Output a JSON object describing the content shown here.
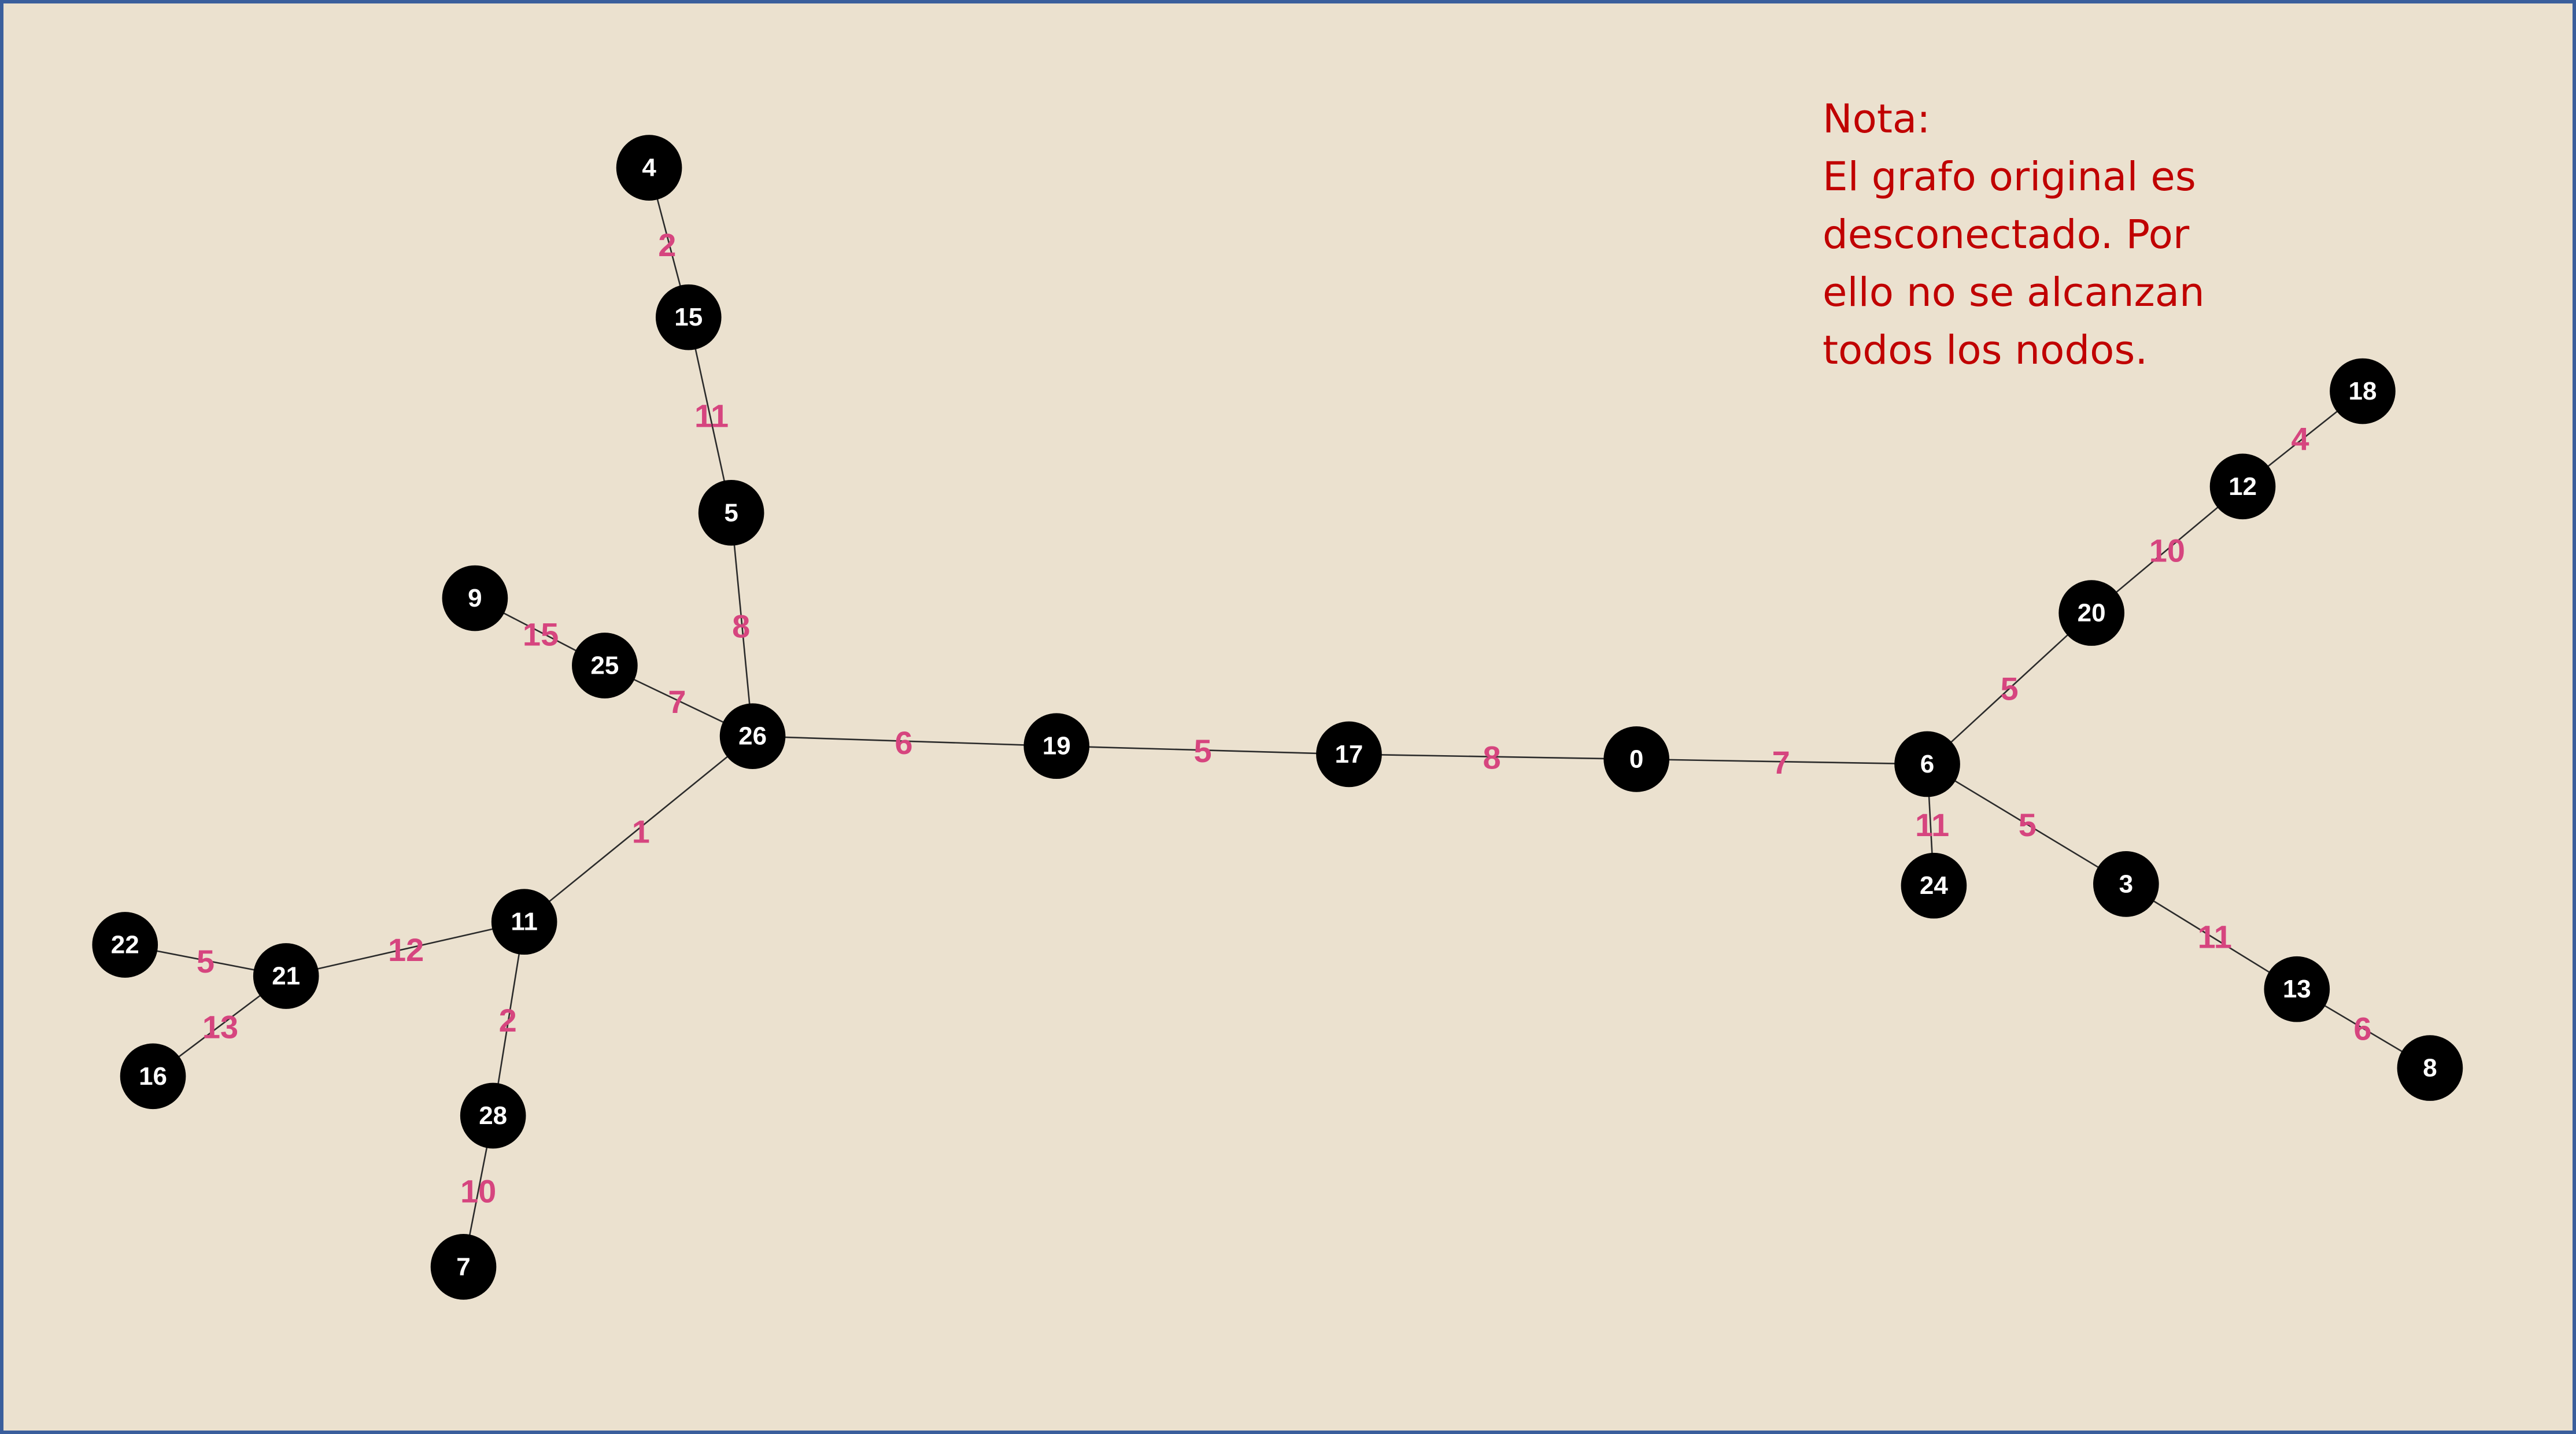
{
  "note": {
    "lines": [
      "Nota:",
      "El grafo original es",
      "desconectado. Por",
      "ello no se alcanzan",
      "todos los nodos."
    ],
    "color": "#c00000"
  },
  "colors": {
    "background": "#ebe1cf",
    "node_fill": "#000000",
    "node_text": "#ffffff",
    "edge": "#2b2b2b",
    "weight_text": "#d6457f",
    "border": "#3a5e9c"
  },
  "graph": {
    "nodes": [
      "0",
      "3",
      "4",
      "5",
      "6",
      "7",
      "8",
      "9",
      "11",
      "12",
      "13",
      "15",
      "16",
      "17",
      "18",
      "19",
      "20",
      "21",
      "22",
      "24",
      "25",
      "26",
      "28"
    ],
    "edges": [
      {
        "from": "4",
        "to": "15",
        "weight": "2"
      },
      {
        "from": "15",
        "to": "5",
        "weight": "11"
      },
      {
        "from": "5",
        "to": "26",
        "weight": "8"
      },
      {
        "from": "9",
        "to": "25",
        "weight": "15"
      },
      {
        "from": "25",
        "to": "26",
        "weight": "7"
      },
      {
        "from": "26",
        "to": "19",
        "weight": "6"
      },
      {
        "from": "19",
        "to": "17",
        "weight": "5"
      },
      {
        "from": "17",
        "to": "0",
        "weight": "8"
      },
      {
        "from": "0",
        "to": "6",
        "weight": "7"
      },
      {
        "from": "26",
        "to": "11",
        "weight": "1"
      },
      {
        "from": "11",
        "to": "21",
        "weight": "12"
      },
      {
        "from": "22",
        "to": "21",
        "weight": "5"
      },
      {
        "from": "21",
        "to": "16",
        "weight": "13"
      },
      {
        "from": "11",
        "to": "28",
        "weight": "2"
      },
      {
        "from": "28",
        "to": "7",
        "weight": "10"
      },
      {
        "from": "6",
        "to": "24",
        "weight": "11"
      },
      {
        "from": "6",
        "to": "3",
        "weight": "5"
      },
      {
        "from": "3",
        "to": "13",
        "weight": "11"
      },
      {
        "from": "13",
        "to": "8",
        "weight": "6"
      },
      {
        "from": "6",
        "to": "20",
        "weight": "5"
      },
      {
        "from": "20",
        "to": "12",
        "weight": "10"
      },
      {
        "from": "12",
        "to": "18",
        "weight": "4"
      }
    ]
  }
}
